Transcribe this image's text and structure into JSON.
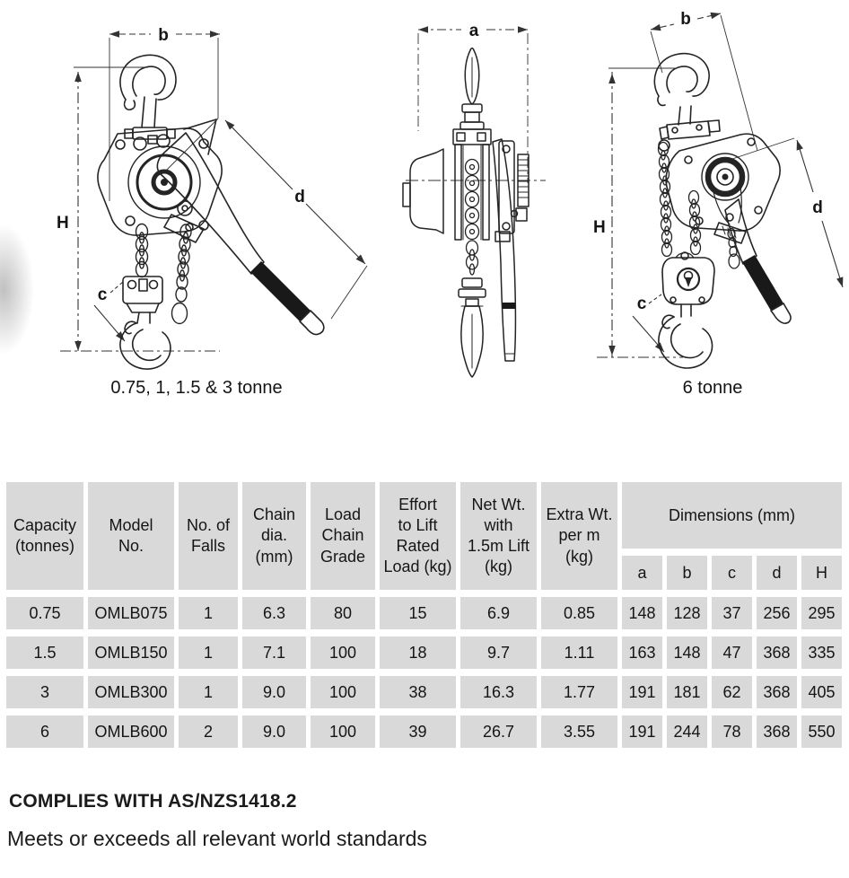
{
  "figures": {
    "left": {
      "caption": "0.75, 1, 1.5 & 3 tonne",
      "dim_b": "b",
      "dim_d": "d",
      "dim_h": "H",
      "dim_c": "c"
    },
    "middle": {
      "dim_a": "a"
    },
    "right": {
      "caption": "6 tonne",
      "dim_b": "b",
      "dim_d": "d",
      "dim_h": "H",
      "dim_c": "c"
    }
  },
  "table": {
    "headers": {
      "capacity": "Capacity\n(tonnes)",
      "model": "Model\nNo.",
      "falls": "No. of\nFalls",
      "chain_dia": "Chain\ndia.\n(mm)",
      "load_chain_grade": "Load\nChain\nGrade",
      "effort": "Effort\nto Lift\nRated\nLoad (kg)",
      "net_wt": "Net Wt.\nwith\n1.5m Lift\n(kg)",
      "extra_wt": "Extra Wt.\nper m\n(kg)",
      "dimensions_group": "Dimensions (mm)",
      "dim_sub": [
        "a",
        "b",
        "c",
        "d",
        "H"
      ]
    },
    "rows": [
      [
        "0.75",
        "OMLB075",
        "1",
        "6.3",
        "80",
        "15",
        "6.9",
        "0.85",
        "148",
        "128",
        "37",
        "256",
        "295"
      ],
      [
        "1.5",
        "OMLB150",
        "1",
        "7.1",
        "100",
        "18",
        "9.7",
        "1.11",
        "163",
        "148",
        "47",
        "368",
        "335"
      ],
      [
        "3",
        "OMLB300",
        "1",
        "9.0",
        "100",
        "38",
        "16.3",
        "1.77",
        "191",
        "181",
        "62",
        "368",
        "405"
      ],
      [
        "6",
        "OMLB600",
        "2",
        "9.0",
        "100",
        "39",
        "26.7",
        "3.55",
        "191",
        "244",
        "78",
        "368",
        "550"
      ]
    ]
  },
  "footer": {
    "compliance": "COMPLIES WITH AS/NZS1418.2",
    "tagline": "Meets or exceeds all relevant world standards"
  },
  "colors": {
    "cell_bg": "#d9d9d9",
    "ink": "#1b1b1b",
    "line": "#2a2a2a"
  }
}
